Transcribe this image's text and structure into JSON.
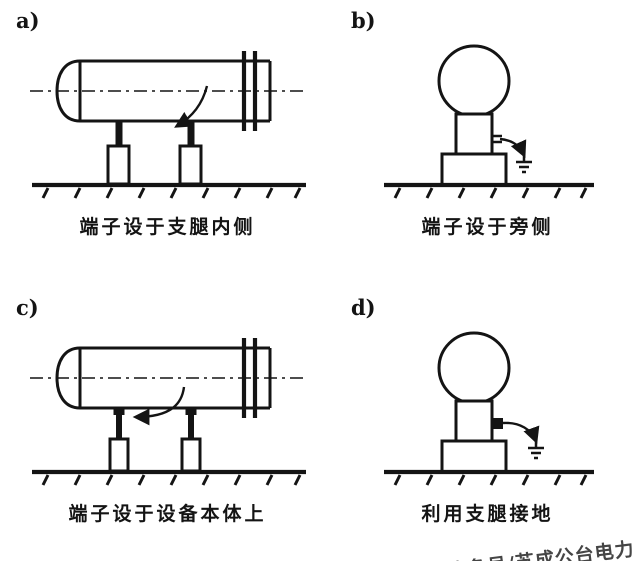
{
  "panels": [
    {
      "label": "a)",
      "caption": "端子设于支腿内侧"
    },
    {
      "label": "b)",
      "caption": "端子设于旁侧"
    },
    {
      "label": "c)",
      "caption": "端子设于设备本体上"
    },
    {
      "label": "d)",
      "caption": "利用支腿接地"
    }
  ],
  "watermark": "头条号/苏成公台电力",
  "colors": {
    "line": "#141414",
    "background": "#ffffff",
    "watermark": "#454545"
  }
}
